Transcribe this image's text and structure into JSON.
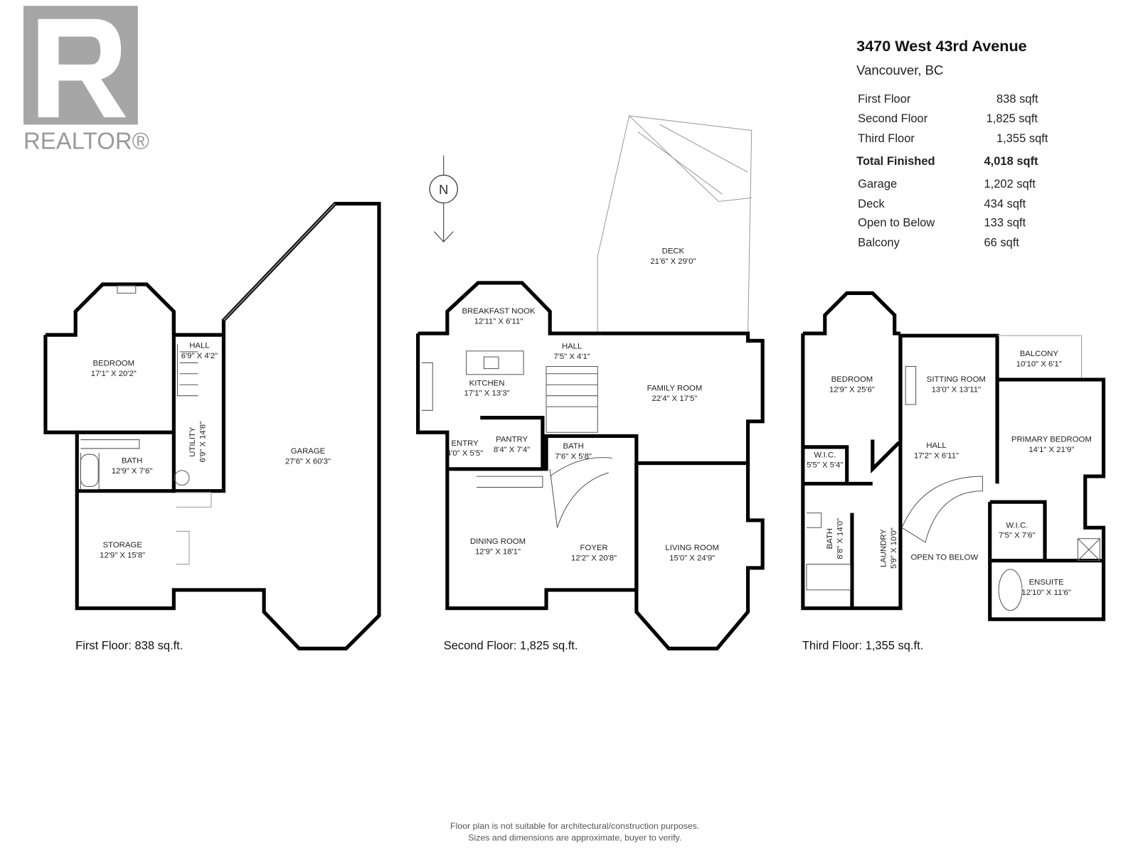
{
  "logo": {
    "text": "REALTOR®"
  },
  "header": {
    "address": "3470 West 43rd Avenue",
    "city": "Vancouver, BC"
  },
  "areas": [
    {
      "label": "First Floor",
      "value": "838 sqft",
      "bold": false
    },
    {
      "label": "Second Floor",
      "value": "1,825 sqft",
      "bold": false
    },
    {
      "label": "Third Floor",
      "value": "1,355 sqft",
      "bold": false
    },
    {
      "label": "Total Finished",
      "value": "4,018 sqft",
      "bold": true
    },
    {
      "label": "Garage",
      "value": "1,202 sqft",
      "bold": false
    },
    {
      "label": "Deck",
      "value": "434 sqft",
      "bold": false
    },
    {
      "label": "Open to Below",
      "value": "133 sqft",
      "bold": false
    },
    {
      "label": "Balcony",
      "value": "66 sqft",
      "bold": false
    }
  ],
  "compass": {
    "label": "N"
  },
  "floors": {
    "first": {
      "caption": "First Floor: 838 sq.ft.",
      "rooms": [
        {
          "name": "BEDROOM",
          "dims": "17'1\" X 20'2\""
        },
        {
          "name": "HALL",
          "dims": "6'9\" X 4'2\""
        },
        {
          "name": "UTILITY",
          "dims": "6'9\" X 14'8\""
        },
        {
          "name": "BATH",
          "dims": "12'9\" X 7'6\""
        },
        {
          "name": "STORAGE",
          "dims": "12'9\" X 15'8\""
        },
        {
          "name": "GARAGE",
          "dims": "27'6\" X 60'3\""
        }
      ]
    },
    "second": {
      "caption": "Second Floor: 1,825 sq.ft.",
      "rooms": [
        {
          "name": "BREAKFAST NOOK",
          "dims": "12'11\" X 6'11\""
        },
        {
          "name": "KITCHEN",
          "dims": "17'1\" X 13'3\""
        },
        {
          "name": "HALL",
          "dims": "7'5\" X 4'1\""
        },
        {
          "name": "DECK",
          "dims": "21'6\" X 29'0\""
        },
        {
          "name": "FAMILY ROOM",
          "dims": "22'4\" X 17'5\""
        },
        {
          "name": "PANTRY",
          "dims": "8'4\" X 7'4\""
        },
        {
          "name": "ENTRY",
          "dims": "4'0\" X 5'5\""
        },
        {
          "name": "BATH",
          "dims": "7'6\" X 5'8\""
        },
        {
          "name": "DINING ROOM",
          "dims": "12'9\" X 18'1\""
        },
        {
          "name": "FOYER",
          "dims": "12'2\" X 20'8\""
        },
        {
          "name": "LIVING ROOM",
          "dims": "15'0\" X 24'9\""
        }
      ]
    },
    "third": {
      "caption": "Third Floor: 1,355 sq.ft.",
      "rooms": [
        {
          "name": "BEDROOM",
          "dims": "12'9\" X 25'6\""
        },
        {
          "name": "SITTING ROOM",
          "dims": "13'0\" X 13'11\""
        },
        {
          "name": "BALCONY",
          "dims": "10'10\" X 6'1\""
        },
        {
          "name": "PRIMARY BEDROOM",
          "dims": "14'1\" X 21'9\""
        },
        {
          "name": "HALL",
          "dims": "17'2\" X 6'11\""
        },
        {
          "name": "W.I.C.",
          "dims": "5'5\" X 5'4\""
        },
        {
          "name": "BATH",
          "dims": "8'8\" X 14'0\""
        },
        {
          "name": "LAUNDRY",
          "dims": "5'9\" X 10'0\""
        },
        {
          "name": "OPEN TO BELOW",
          "dims": ""
        },
        {
          "name": "W.I.C.",
          "dims": "7'5\" X 7'6\""
        },
        {
          "name": "ENSUITE",
          "dims": "12'10\" X 11'6\""
        }
      ]
    }
  },
  "footer": {
    "line1": "Floor plan is not suitable for architectural/construction purposes.",
    "line2": "Sizes and dimensions are approximate, buyer to verify."
  }
}
